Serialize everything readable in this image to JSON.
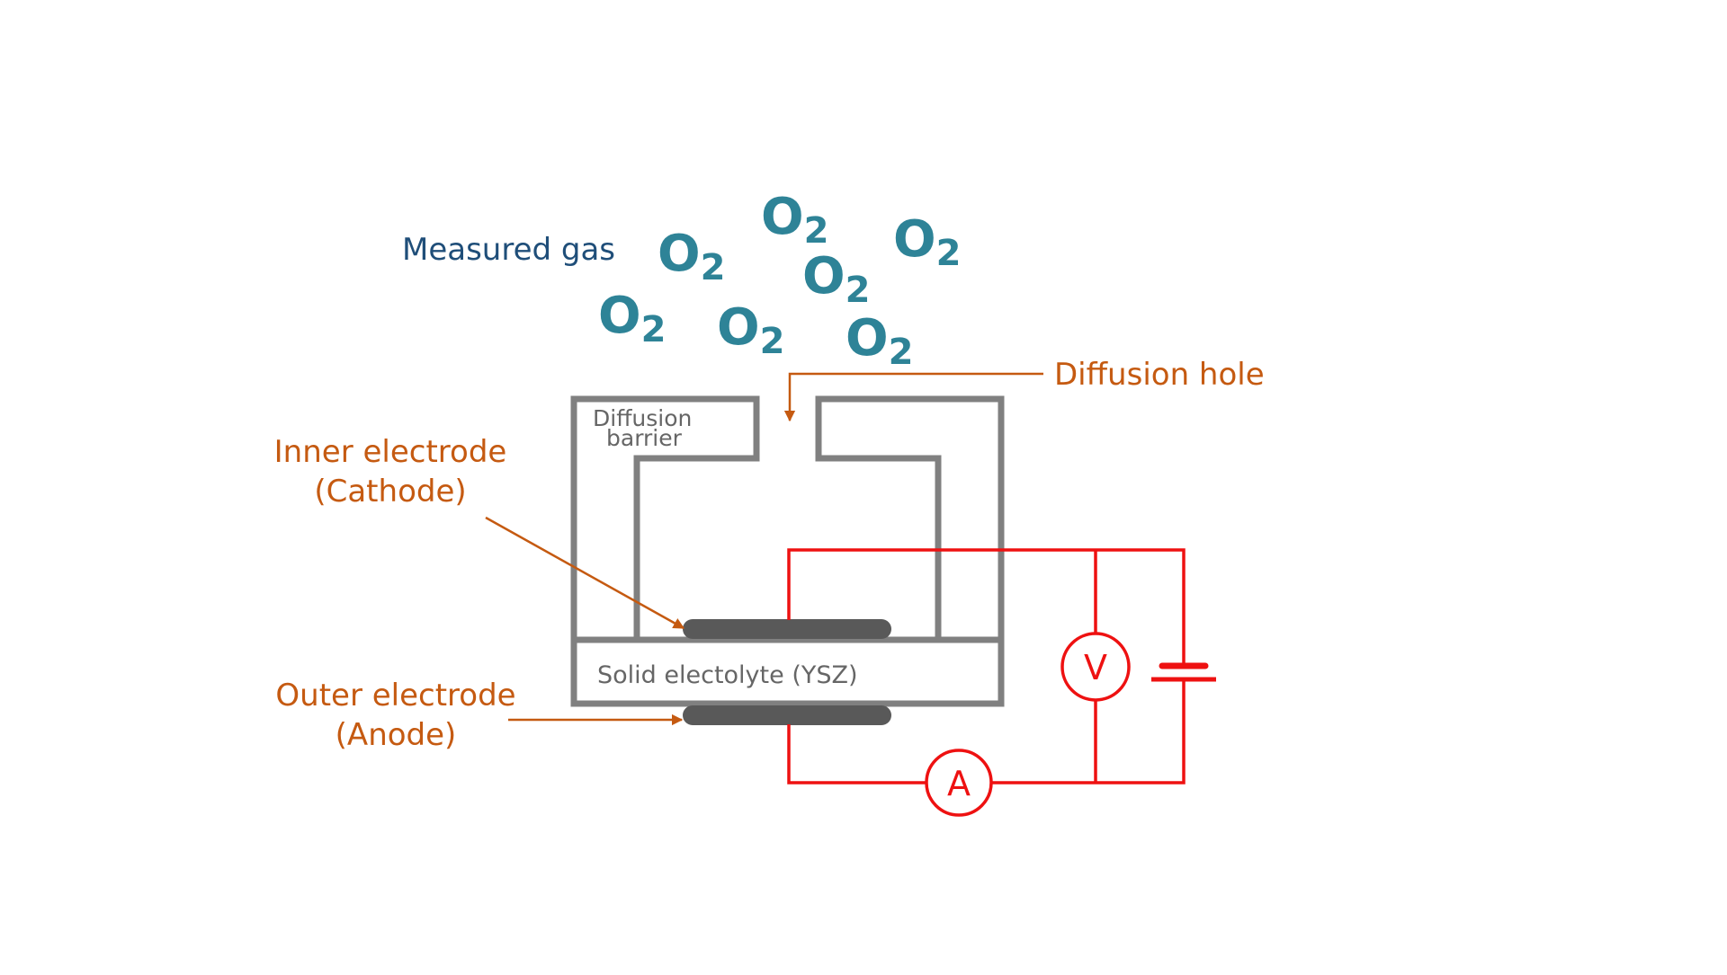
{
  "labels": {
    "measured_gas": "Measured gas",
    "diffusion_hole": "Diffusion hole",
    "diffusion_barrier_line1": "Diffusion",
    "diffusion_barrier_line2": "barrier",
    "inner_electrode_line1": "Inner electrode",
    "inner_electrode_line2": "(Cathode)",
    "outer_electrode_line1": "Outer electrode",
    "outer_electrode_line2": "(Anode)",
    "solid_electrolyte": "Solid electolyte (YSZ)",
    "voltmeter": "V",
    "ammeter": "A"
  },
  "molecules": [
    {
      "main": "O",
      "sub": "2"
    },
    {
      "main": "O",
      "sub": "2"
    },
    {
      "main": "O",
      "sub": "2"
    },
    {
      "main": "O",
      "sub": "2"
    },
    {
      "main": "O",
      "sub": "2"
    },
    {
      "main": "O",
      "sub": "2"
    },
    {
      "main": "O",
      "sub": "2"
    }
  ],
  "colors": {
    "molecule": "#2E8397",
    "measured_gas_text": "#1F4E79",
    "annotation": "#C55A11",
    "housing": "#808080",
    "electrode": "#595959",
    "circuit": "#EE1111",
    "electrolyte_text": "#666666"
  }
}
